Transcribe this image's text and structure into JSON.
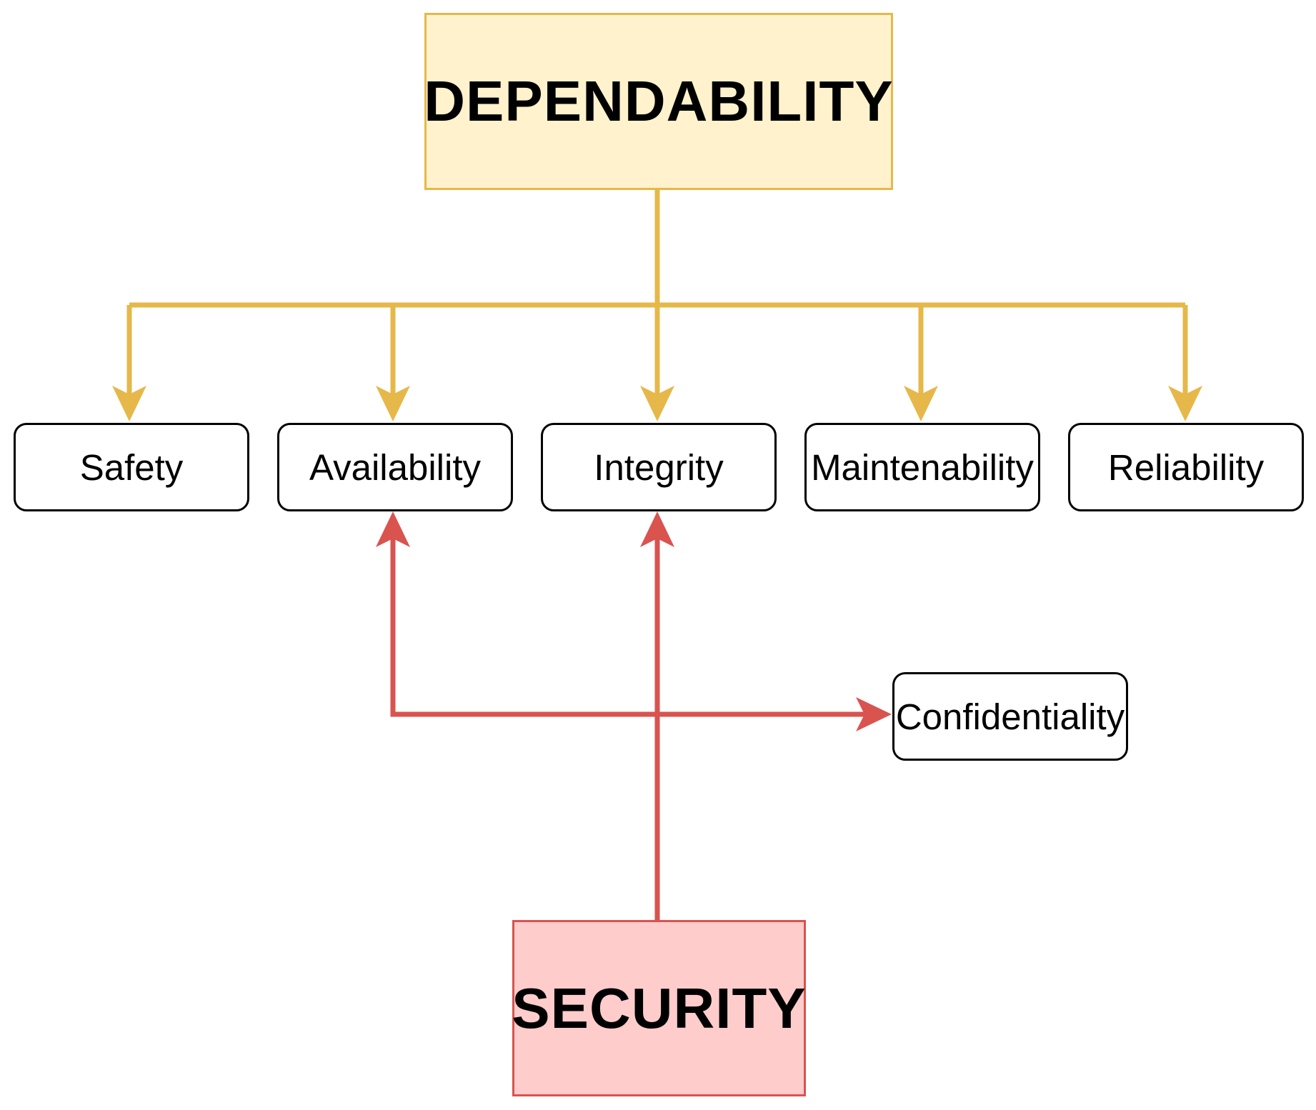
{
  "diagram": {
    "top": {
      "label": "DEPENDABILITY",
      "fill": "#fff2cc",
      "stroke": "#e6b84a"
    },
    "bottom": {
      "label": "SECURITY",
      "fill": "#ffcccc",
      "stroke": "#d9534f"
    },
    "attributes": [
      "Safety",
      "Availability",
      "Integrity",
      "Maintenability",
      "Reliability"
    ],
    "extra": "Confidentiality",
    "edges": [
      {
        "from": "DEPENDABILITY",
        "to": "Safety",
        "color": "#e6b84a"
      },
      {
        "from": "DEPENDABILITY",
        "to": "Availability",
        "color": "#e6b84a"
      },
      {
        "from": "DEPENDABILITY",
        "to": "Integrity",
        "color": "#e6b84a"
      },
      {
        "from": "DEPENDABILITY",
        "to": "Maintenability",
        "color": "#e6b84a"
      },
      {
        "from": "DEPENDABILITY",
        "to": "Reliability",
        "color": "#e6b84a"
      },
      {
        "from": "SECURITY",
        "to": "Availability",
        "color": "#d9534f"
      },
      {
        "from": "SECURITY",
        "to": "Integrity",
        "color": "#d9534f"
      },
      {
        "from": "SECURITY",
        "to": "Confidentiality",
        "color": "#d9534f"
      }
    ]
  }
}
